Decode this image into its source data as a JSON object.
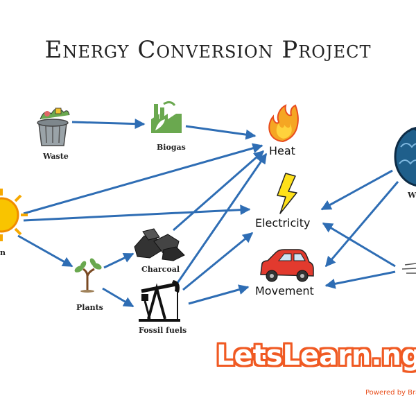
{
  "title": "Energy Conversion Project",
  "nodes": {
    "waste": "Waste",
    "biogas": "Biogas",
    "heat": "Heat",
    "electricity": "Electricity",
    "movement": "Movement",
    "sun": "n",
    "plants": "Plants",
    "charcoal": "Charcoal",
    "fossil_fuels": "Fossil fuels",
    "water": "W"
  },
  "brand": {
    "name": "LetsLearn.ng",
    "powered_by": "Powered by Bra"
  },
  "colors": {
    "arrow": "#2e6db4",
    "brand": "#f05a23"
  },
  "icons": {
    "waste": "trash-can-icon",
    "biogas": "factory-icon",
    "heat": "flame-icon",
    "electricity": "lightning-bolt-icon",
    "movement": "car-icon",
    "sun": "sun-icon",
    "plants": "plant-icon",
    "charcoal": "charcoal-icon",
    "fossil_fuels": "oil-pump-icon",
    "water": "water-globe-icon",
    "wind": "wind-icon"
  }
}
